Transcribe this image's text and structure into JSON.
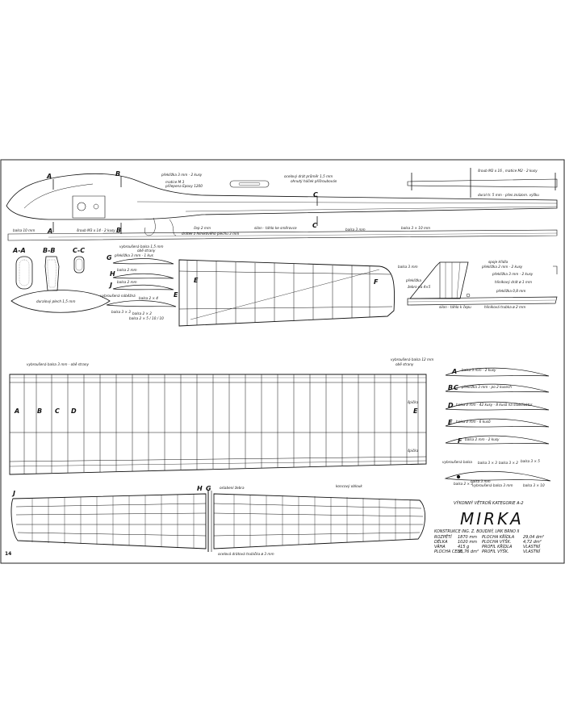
{
  "sheet": {
    "title": "MIRKA",
    "category": "VÝKONNÝ VĚTROŇ KATEGORIE A-2",
    "designer": "KONSTRUKCE ING. Z. BOUDNÝ, LMK BRNO II",
    "page_number": "14"
  },
  "specs": {
    "left": [
      {
        "label": "ROZPĚTÍ",
        "value": "1870 mm"
      },
      {
        "label": "DÉLKA",
        "value": "1020 mm"
      },
      {
        "label": "VÁHA",
        "value": "415 g"
      },
      {
        "label": "PLOCHA CELK.",
        "value": "33,76 dm²"
      }
    ],
    "right": [
      {
        "label": "PLOCHA KŘÍDLA",
        "value": "29,04 dm²"
      },
      {
        "label": "PLOCHA VÝŠK.",
        "value": "4,72 dm²"
      },
      {
        "label": "PROFIL KŘÍDLA",
        "value": "VLASTNÍ"
      },
      {
        "label": "PROFIL VÝŠK.",
        "value": "VLASTNÍ"
      }
    ]
  },
  "section_marks": {
    "a": "A",
    "b": "B",
    "c": "C",
    "d": "D",
    "e": "E",
    "f": "F",
    "g": "G",
    "h": "H",
    "j": "J",
    "a_a": "A-A",
    "b_b": "B-B",
    "c_c": "C-C"
  },
  "fuselage_labels": {
    "plywood_head": "překližka 3 mm - 2 kusy",
    "nut": "matice M 3",
    "glue": "přilepena Epoxy 1200",
    "hook": "ocelový drát průměr 1,5 mm",
    "hook_bent": "ohnutý háček přišroubován",
    "balsa_left": "balsa 10 mm",
    "screw": "šroub M3 x 14 - 2 kusy",
    "pin": "čep 2 mm",
    "wire_mount": "drátek z hliníkového plechu 3 mm",
    "nylon": "silon - táhlo ke směrovce",
    "balsa3": "balsa 3 mm",
    "balsa_3x10": "balsa 3 × 10 mm",
    "top_screw": "šroub M2 x 16 , matice M2 - 2 kusy",
    "dural_tube": "dural tr. 5 mm - přes znázorn. výšku"
  },
  "wing_labels": {
    "sheet_balsa": "vybroušená balsa 1,5 mm",
    "both_sides": "obě strany",
    "g_ply": "překližka 3 mm - 1 kus",
    "h_balsa": "balsa 2 mm",
    "j_balsa": "balsa 2 mm",
    "filled_nose": "vybroušená náběžná",
    "balsa_2x4": "balsa 2 × 4",
    "balsa_3x3": "balsa 3 × 3",
    "balsa_2x2": "balsa 2 × 2",
    "balsa_mix": "balsa 2 × 5 / 10 / 10",
    "dural_sheet": "duralový plech 1,5 mm",
    "edge": "vybroušená balsa 3 mm - obě strany",
    "spar_12": "vybroušená balsa 12 mm",
    "spar_side": "obě strany",
    "spar_word": "špička",
    "wing_tip": "koncový oblouk",
    "center_rib": "oslabení žebra",
    "tie_pin": "ocelová drátová trubička ø 3 mm"
  },
  "rudder_labels": {
    "balsa3": "balsa 3 mm",
    "plywood": "překližka",
    "spars": "spoje křídla",
    "ply_2x": "překližka 2 mm - 2 kusy",
    "plywood_3": "překližka 3 mm - 2 kusy",
    "wire": "hliníkový drát ø 1 mm",
    "ply_0_8": "překližka 0,8 mm",
    "rib": "žebro na 4×5",
    "silon": "silon - táhlo k čepu",
    "round": "hliníková trubka ø 2 mm"
  },
  "rib_labels": {
    "a": "balsa 3 mm - 2 kusy",
    "bc": "překližka 3 mm - po 2 kusech",
    "d": "balsa 2 mm - 42 kusy - 8 kusů na stabilizátor",
    "e": "balsa 2 mm - 6 kusů",
    "f": "balsa 2 mm - 2 kusy",
    "keel": "vybroušená balsa",
    "l1": "balsa 3 × 3",
    "l2": "balsa 3 × 2",
    "l3": "balsa 3 × 5",
    "l4": "balsa 3 × 10",
    "l5": "balsa 2 × 3",
    "l6": "vybroušená balsa 3 mm",
    "l7": "balsa 3 mm"
  }
}
